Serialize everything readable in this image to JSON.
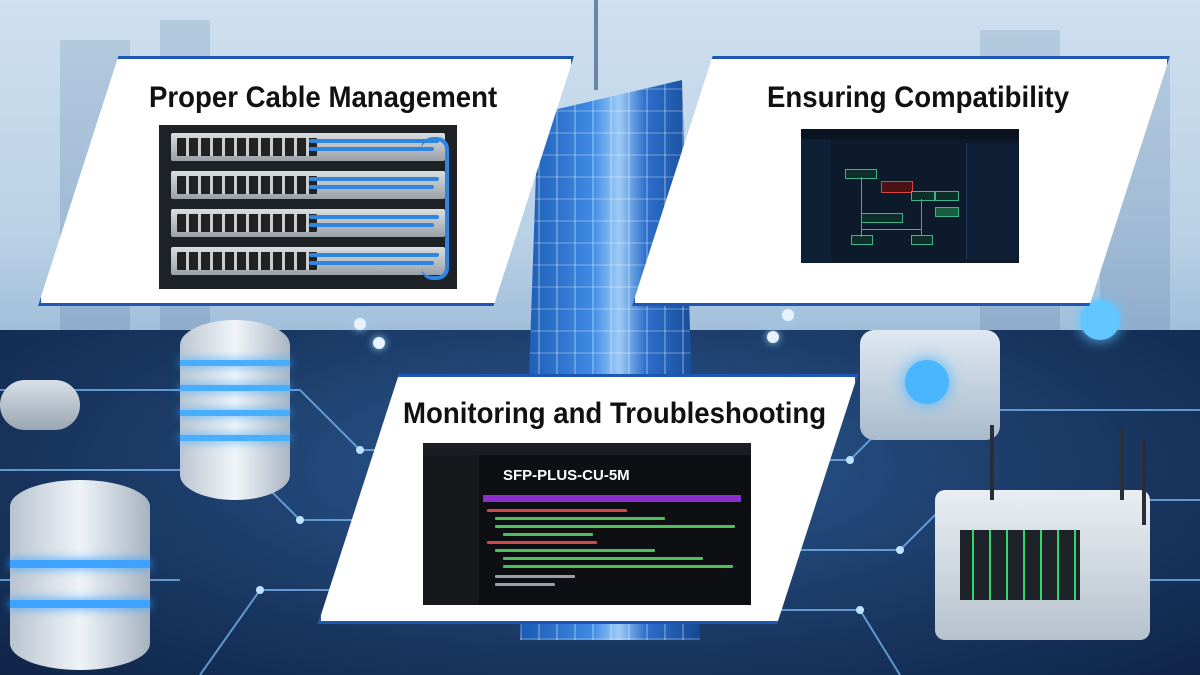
{
  "panels": {
    "cable_management": {
      "title": "Proper Cable Management"
    },
    "compatibility": {
      "title": "Ensuring Compatibility"
    },
    "monitoring": {
      "title": "Monitoring and Troubleshooting",
      "terminal_label": "SFP-PLUS-CU-5M"
    }
  },
  "colors": {
    "panel_border": "#1f55b3",
    "accent_blue": "#2f86e0",
    "terminal_purple": "#8a2fcc"
  }
}
